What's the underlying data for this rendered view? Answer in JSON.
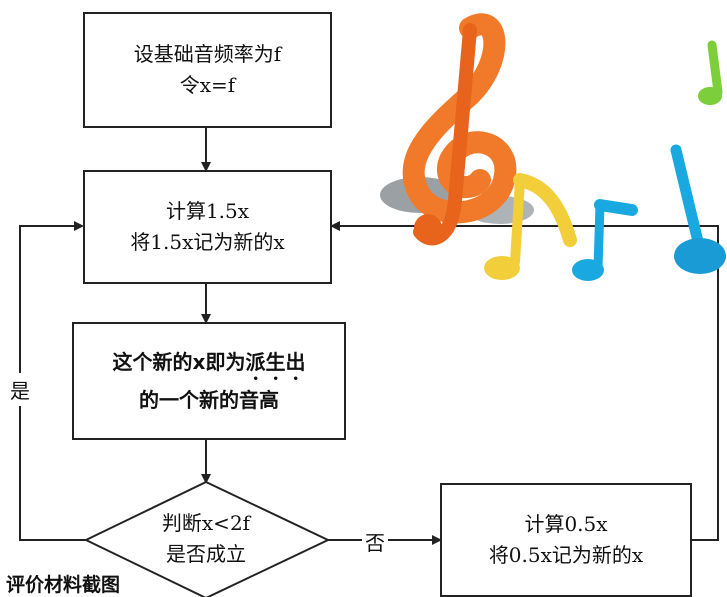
{
  "flowchart": {
    "box_set_base": {
      "line1": "设基础音频率为f",
      "line2": "令x=f"
    },
    "box_calc_15": {
      "line1": "计算1.5x",
      "line2": "将1.5x记为新的x"
    },
    "box_new_pitch": {
      "line1_main": "这个新的x即为",
      "line1_dotted": "派生出",
      "line2": "的一个新的音高"
    },
    "decision": {
      "line1": "判断x<2f",
      "line2": "是否成立"
    },
    "box_calc_05": {
      "line1": "计算0.5x",
      "line2": "将0.5x记为新的x"
    },
    "label_yes": "是",
    "label_no": "否"
  },
  "caption": "评价材料截图",
  "decoration": {
    "icon": "music-notes-icon",
    "colors": [
      "#f07a2a",
      "#f2cf3a",
      "#19a8e0",
      "#7ccf3a",
      "#8a8f95"
    ]
  }
}
